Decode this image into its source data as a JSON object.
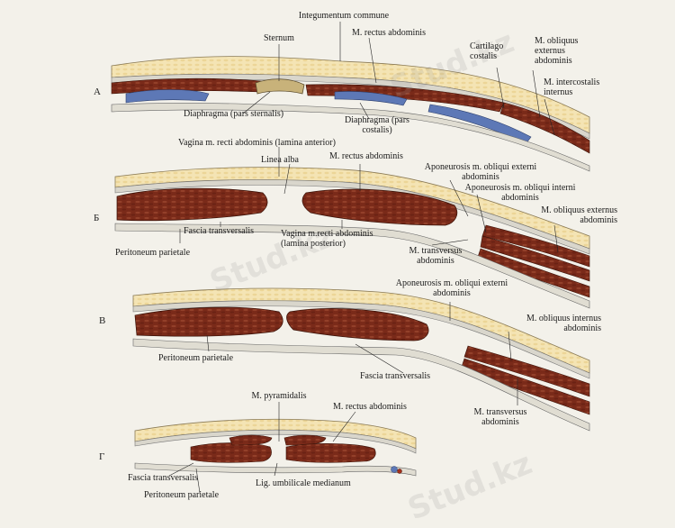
{
  "panels": {
    "A": {
      "letter": "A",
      "labels": {
        "integumentum": "Integumentum commune",
        "sternum": "Sternum",
        "rectus": "M. rectus abdominis",
        "cartilago": "Cartilago costalis",
        "obliquus_ext": "M. obliquus externus abdominis",
        "intercostalis": "M. intercostalis internus",
        "diaphragma_sternalis": "Diaphragma (pars sternalis)",
        "diaphragma_costalis": "Diaphragma (pars costalis)"
      }
    },
    "B": {
      "letter": "Б",
      "labels": {
        "vagina_anterior": "Vagina m. recti abdominis (lamina anterior)",
        "linea_alba": "Linea alba",
        "rectus": "M. rectus abdominis",
        "aponeurosis_ext": "Aponeurosis m. obliqui externi abdominis",
        "aponeurosis_int": "Aponeurosis m. obliqui interni abdominis",
        "obliquus_ext": "M. obliquus externus abdominis",
        "fascia_transversalis": "Fascia transversalis",
        "vagina_posterior": "Vagina m.recti abdominis (lamina posterior)",
        "peritoneum": "Peritoneum parietale",
        "transversus": "M. transversus abdominis"
      }
    },
    "V": {
      "letter": "В",
      "labels": {
        "aponeurosis_ext": "Aponeurosis m. obliqui externi abdominis",
        "obliquus_int": "M. obliquus internus abdominis",
        "peritoneum": "Peritoneum parietale",
        "fascia_transversalis": "Fascia transversalis",
        "transversus": "M. transversus abdominis"
      }
    },
    "G": {
      "letter": "Г",
      "labels": {
        "pyramidalis": "M. pyramidalis",
        "rectus": "M. rectus abdominis",
        "fascia_transversalis": "Fascia transversalis",
        "peritoneum": "Peritoneum parietale",
        "lig_umbilicale": "Lig. umbilicale medianum"
      }
    }
  },
  "watermark": "Stud.kz",
  "colors": {
    "background": "#f3f1ea",
    "skin": "#e9d9a6",
    "fat": "#f4e4b4",
    "fascia": "#d9d6cc",
    "muscle": "#7a2a19",
    "muscle_dark": "#5b1c10",
    "diaphragm": "#5d78b6",
    "outline": "#4a4a4a",
    "watermark": "#9a9a9a"
  }
}
